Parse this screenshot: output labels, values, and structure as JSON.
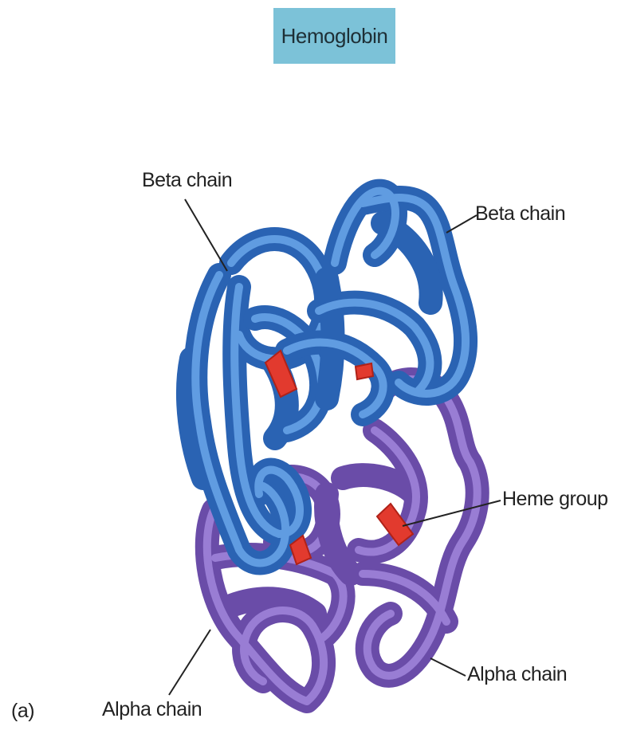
{
  "title": "Hemoglobin",
  "labels": {
    "beta_chain_left": "Beta chain",
    "beta_chain_right": "Beta chain",
    "heme_group": "Heme group",
    "alpha_chain_right": "Alpha chain",
    "alpha_chain_left": "Alpha chain",
    "panel": "(a)"
  },
  "colors": {
    "title_box": "#7cc2d8",
    "beta_chain": "#2f6fc3",
    "beta_highlight": "#6aa6ea",
    "alpha_chain": "#7a5bb8",
    "alpha_highlight": "#a58ae0",
    "heme": "#e23a2e"
  }
}
